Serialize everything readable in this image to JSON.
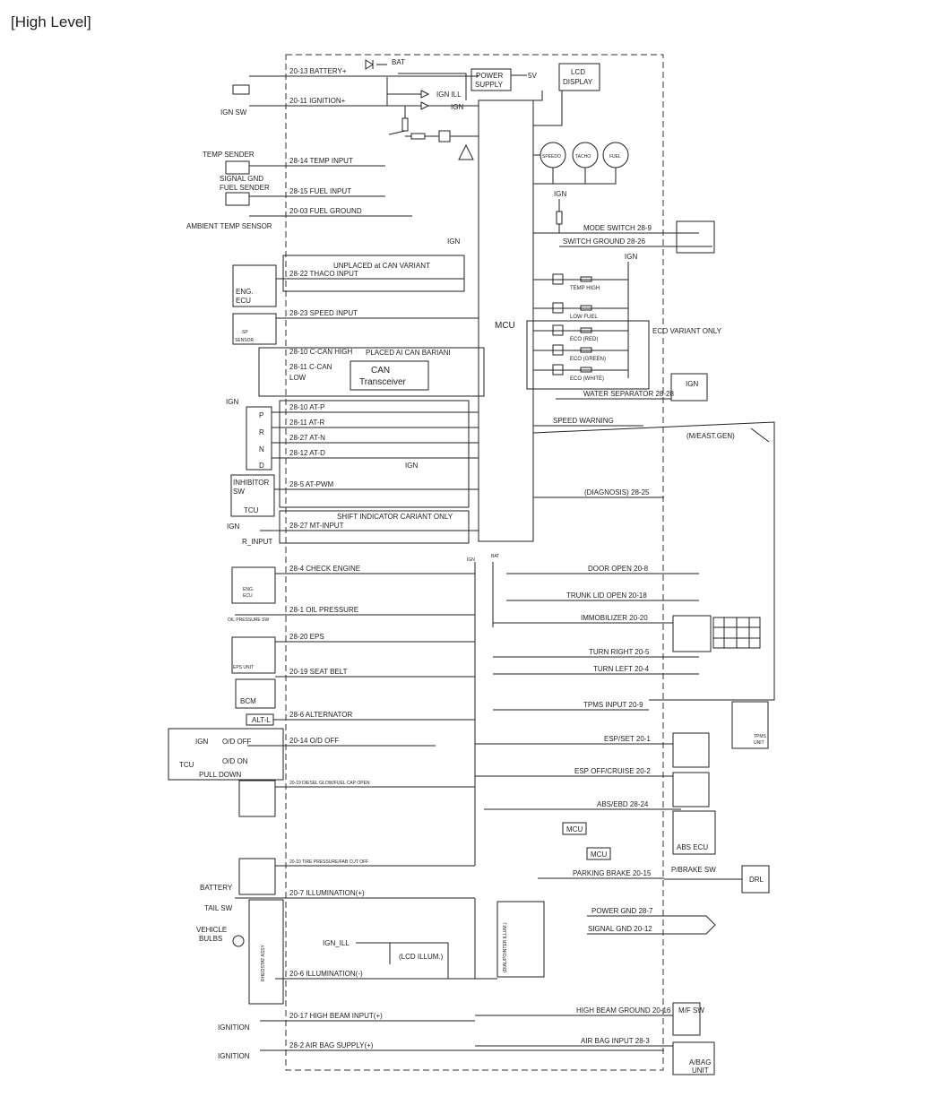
{
  "title": "[High Level]",
  "mcu": "MCU",
  "power_supply": [
    "POWER",
    "SUPPLY"
  ],
  "lcd_display": [
    "LCD",
    "DISPLAY"
  ],
  "five_v": "5V",
  "gauges": [
    "SPEEDO",
    "TACHO",
    "FUEL"
  ],
  "top_tags": {
    "bat": "BAT",
    "ign_ill": "IGN ILL",
    "ign": "IGN"
  },
  "left_components": {
    "ign_sw": "IGN SW",
    "temp_sender": "TEMP SENDER",
    "signal_gnd": "SIGNAL GND",
    "fuel_sender": "FUEL SENDER",
    "ambient": "AMBIENT TEMP SENSOR",
    "eng_ecu": [
      "ENG.",
      "ECU"
    ],
    "sp_sensor": [
      "SP",
      "SENSOR"
    ],
    "ign": "IGN",
    "gears": [
      "P",
      "R",
      "N",
      "D"
    ],
    "inhibitor": [
      "INHIBITOR",
      "SW"
    ],
    "tcu": "TCU",
    "r_input": "R_INPUT",
    "eng_ecu_small": [
      "ENG.",
      "ECU"
    ],
    "oil_sw": "OIL PRESSURE SW",
    "eps_unit": "EPS UNIT",
    "bcm": "BCM",
    "alt_l": "ALT-L",
    "od_ign": "IGN",
    "od_off": "O/D OFF",
    "od_on": "O/D ON",
    "od_tcu": "TCU",
    "pull_down": "PULL DOWN",
    "battery": "BATTERY",
    "tail_sw": "TAIL SW",
    "vehicle_bulbs": [
      "VEHICLE",
      "BULBS"
    ],
    "ignition1": "IGNITION",
    "ignition2": "IGNITION",
    "rheostat": "RHEOSTAT ASSY"
  },
  "left_signals": [
    "20-13 BATTERY+",
    "20-11 IGNITION+",
    "28-14 TEMP INPUT",
    "28-15 FUEL INPUT",
    "20-03 FUEL GROUND",
    "28-22 THACO INPUT",
    "28-23 SPEED INPUT",
    "28-10 C-CAN HIGH",
    "28-11 C-CAN",
    "LOW",
    "28-10 AT-P",
    "28-11 AT-R",
    "28-27 AT-N",
    "28-12 AT-D",
    "28-5 AT-PWM",
    "28-27 MT-INPUT",
    "28-4 CHECK ENGINE",
    "28-1 OIL PRESSURE",
    "28-20 EPS",
    "20-19 SEAT BELT",
    "28-6 ALTERNATOR",
    "20-14 O/D OFF",
    "20-19 DIESEL GLOW/FUEL CAP OPEN",
    "20-10 TIRE PRESSURE/FAB CUT OFF",
    "20-7 ILLUMINATION(+)",
    "20-6 ILLUMINATION(-)",
    "20-17 HIGH BEAM INPUT(+)",
    "28-2 AIR BAG SUPPLY(+)"
  ],
  "section_labels": {
    "unplaced": "UNPLACED at CAN VARIANT",
    "placed": "PLACED AI CAN BARIANI",
    "can": [
      "CAN",
      "Transceiver"
    ],
    "shift": "SHIFT INDICATOR CARIANT ONLY",
    "ign_pwm": "IGN",
    "ign_thaco": "IGN"
  },
  "right_signals": [
    "MODE SWITCH 28-9",
    "SWITCH GROUND 28-26",
    "WATER SEPARATOR 28-28",
    "SPEED WARNING",
    "(DIAGNOSIS) 28-25",
    "DOOR OPEN 20-8",
    "TRUNK LID OPEN 20-18",
    "IMMOBILIZER 20-20",
    "TURN RIGHT 20-5",
    "TURN LEFT 20-4",
    "TPMS INPUT 20-9",
    "ESP/SET 20-1",
    "ESP OFF/CRUISE 20-2",
    "ABS/EBD 28-24",
    "PARKING BRAKE 20-15",
    "POWER GND 28-7",
    "SIGNAL GND 20-12",
    "HIGH BEAM GROUND 20-16",
    "AIR BAG INPUT 28-3"
  ],
  "warning_lamps": [
    "TEMP HIGH",
    "LOW FUEL",
    "ECO (RED)",
    "ECO (GREEN)",
    "ECO (WHITE)"
  ],
  "eco_variant": "ECO VARIANT ONLY",
  "right_components": {
    "ign_mcu": "IGN",
    "ign_box": "IGN",
    "meast": "(M/EAST.GEN)",
    "abs_ecu": "ABS ECU",
    "mcu1": "MCU",
    "mcu2": "MCU",
    "pbrake_sw": "P/BRAKE SW",
    "drl": "DRL",
    "mf_sw": "M/F SW",
    "abag": [
      "A/BAG",
      "UNIT"
    ],
    "tpms_unit": [
      "TPMS",
      "UNIT"
    ],
    "ign_bus": "IGN",
    "bat_bus": "BAT"
  },
  "illum": {
    "ign_ill": "IGN_ILL",
    "lcd": "(LCD ILLUM.)",
    "dial": "(DIAL/POINTER ILLUM.)"
  }
}
